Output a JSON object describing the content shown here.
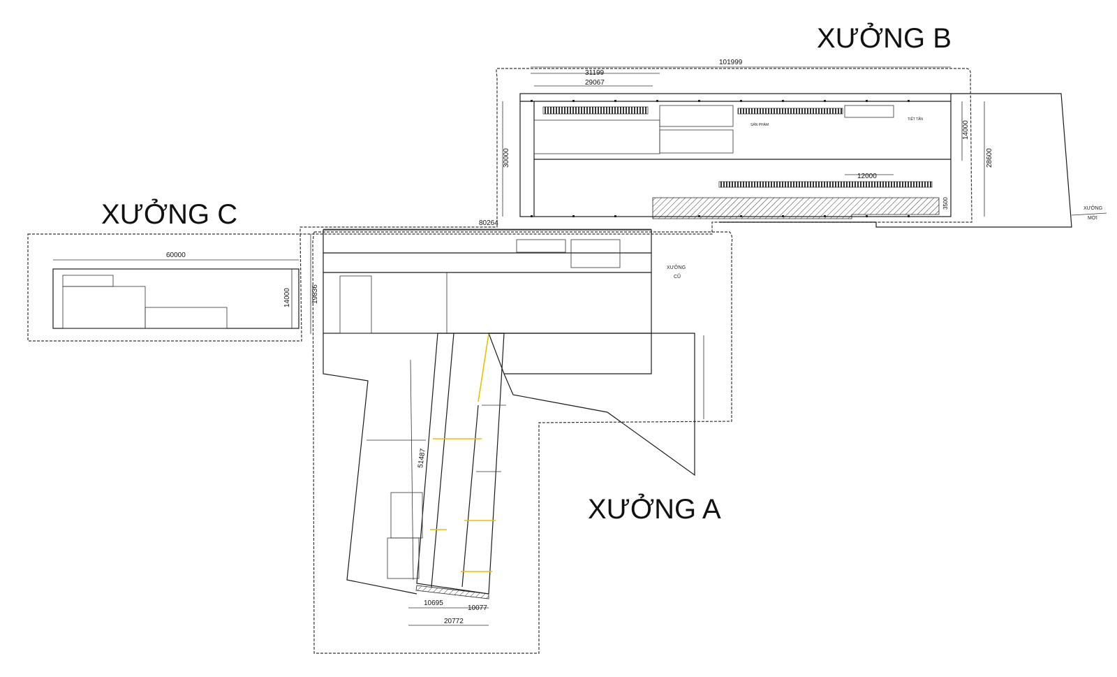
{
  "workshops": {
    "a": {
      "name": "XƯỞNG A"
    },
    "b": {
      "name": "XƯỞNG B"
    },
    "c": {
      "name": "XƯỞNG C"
    }
  },
  "dimensions": {
    "b_length": "101999",
    "b_sub1": "31199",
    "b_sub2": "29067",
    "b_height": "30000",
    "b_width_right": "14000",
    "b_total_right": "28600",
    "b_inner": "12000",
    "b_small": "3500",
    "connector_length": "80264",
    "c_length": "60000",
    "c_height": "14000",
    "a_height": "19836",
    "a_diag": "51487",
    "a_bottom_left": "10695",
    "a_bottom_right": "10077",
    "a_bottom_total": "20772"
  },
  "side_labels": {
    "b_new_1": "XƯỞNG",
    "b_new_2": "MỚI",
    "a_old_1": "XƯỞNG",
    "a_old_2": "CŨ"
  },
  "areas": {
    "b_tiet_tan": "TIẾT TẤN",
    "b_san_pham": "SẢN PHẨM"
  }
}
